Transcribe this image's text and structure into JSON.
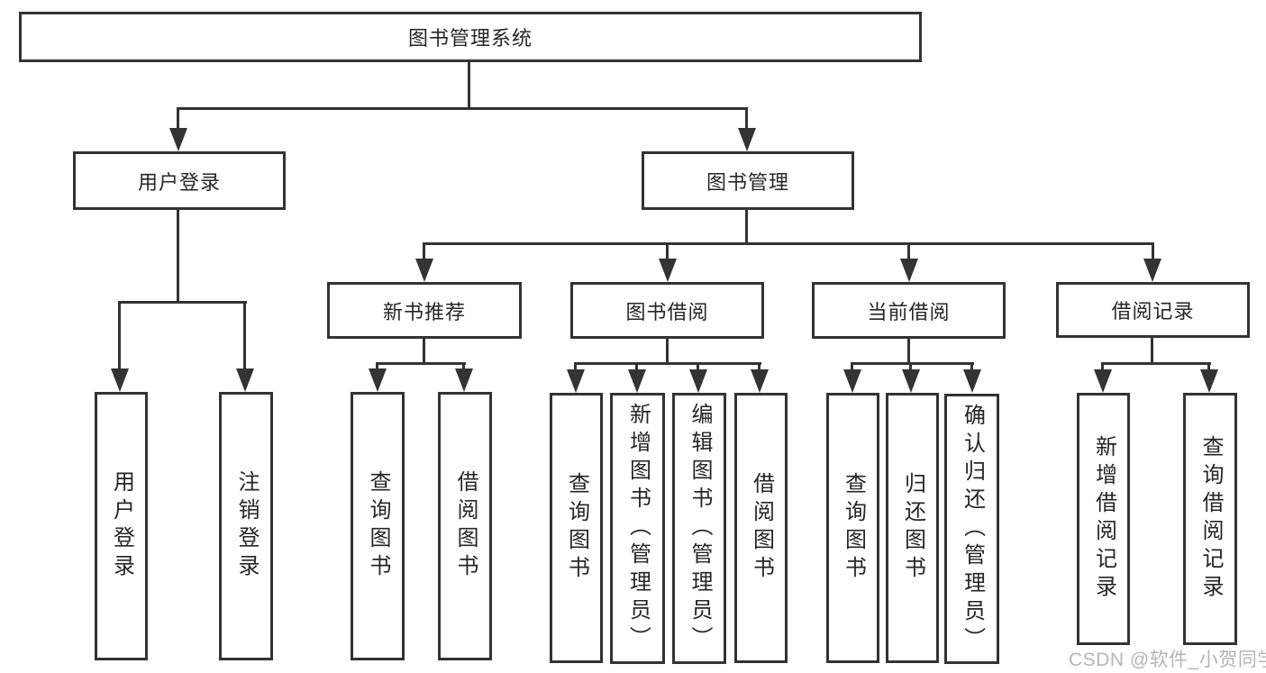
{
  "tree": {
    "label": "图书管理系统",
    "children": [
      {
        "label": "用户登录",
        "children": [
          {
            "label": "用户登录"
          },
          {
            "label": "注销登录"
          }
        ]
      },
      {
        "label": "图书管理",
        "children": [
          {
            "label": "新书推荐",
            "children": [
              {
                "label": "查询图书"
              },
              {
                "label": "借阅图书"
              }
            ]
          },
          {
            "label": "图书借阅",
            "children": [
              {
                "label": "查询图书"
              },
              {
                "label": "新增图书（管理员）"
              },
              {
                "label": "编辑图书（管理员）"
              },
              {
                "label": "借阅图书"
              }
            ]
          },
          {
            "label": "当前借阅",
            "children": [
              {
                "label": "查询图书"
              },
              {
                "label": "归还图书"
              },
              {
                "label": "确认归还（管理员）"
              }
            ]
          },
          {
            "label": "借阅记录",
            "children": [
              {
                "label": "新增借阅记录"
              },
              {
                "label": "查询借阅记录"
              }
            ]
          }
        ]
      }
    ]
  },
  "watermark": {
    "text": "CSDN @软件_小贺同学"
  },
  "colors": {
    "line": "#333333",
    "text": "#262626",
    "watermark": "#b5b5b5",
    "background": "#ffffff"
  }
}
